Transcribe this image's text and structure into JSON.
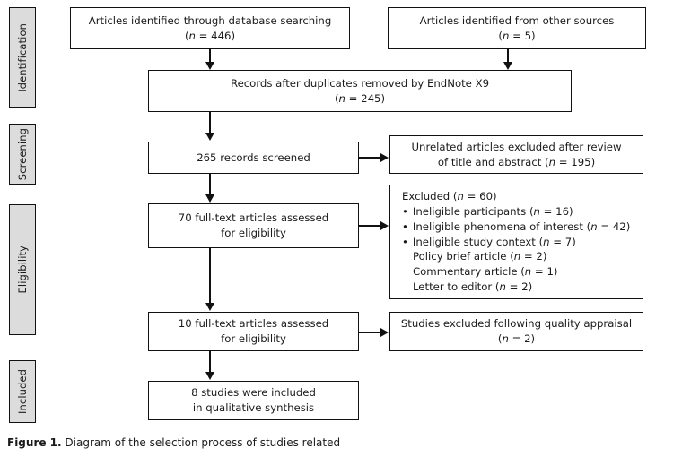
{
  "figure": {
    "number_label": "Figure 1.",
    "caption": " Diagram of the selection process of studies related"
  },
  "colors": {
    "stage_fill": "#dcdcdc",
    "border": "#111111",
    "box_fill": "#ffffff",
    "text": "#1a1a1a"
  },
  "stages": [
    {
      "id": "identification",
      "label": "Identification"
    },
    {
      "id": "screening",
      "label": "Screening"
    },
    {
      "id": "eligibility",
      "label": "Eligibility"
    },
    {
      "id": "included",
      "label": "Included"
    }
  ],
  "boxes": {
    "database_search": {
      "line1": "Articles identified through database searching",
      "n_prefix": "(",
      "n_italic": "n",
      "n_suffix": " = 446)"
    },
    "other_sources": {
      "line1": "Articles identified from other sources",
      "n_prefix": "(",
      "n_italic": "n",
      "n_suffix": " = 5)"
    },
    "duplicates_removed": {
      "line1": "Records after duplicates removed by EndNote X9",
      "n_prefix": "(",
      "n_italic": "n",
      "n_suffix": " = 245)"
    },
    "records_screened": {
      "line1": "265 records screened"
    },
    "unrelated_excluded": {
      "line1": "Unrelated articles excluded after review",
      "line2_pre": "of title and abstract (",
      "line2_italic": "n",
      "line2_post": " = 195)"
    },
    "fulltext_70": {
      "line1": "70 full-text articles assessed",
      "line2": "for eligibility"
    },
    "excluded_detail": {
      "heading_pre": "Excluded (",
      "heading_italic": "n",
      "heading_post": " = 60)",
      "items": [
        {
          "bullet": true,
          "pre": "Ineligible participants (",
          "italic": "n",
          "post": " = 16)"
        },
        {
          "bullet": true,
          "pre": "Ineligible phenomena of interest (",
          "italic": "n",
          "post": " = 42)"
        },
        {
          "bullet": true,
          "pre": "Ineligible study context (",
          "italic": "n",
          "post": " = 7)"
        },
        {
          "bullet": false,
          "pre": "Policy brief article (",
          "italic": "n",
          "post": " = 2)"
        },
        {
          "bullet": false,
          "pre": "Commentary article (",
          "italic": "n",
          "post": " = 1)"
        },
        {
          "bullet": false,
          "pre": "Letter to editor (",
          "italic": "n",
          "post": " = 2)"
        }
      ]
    },
    "fulltext_10": {
      "line1": "10 full-text articles assessed",
      "line2": "for eligibility"
    },
    "quality_excluded": {
      "line1": "Studies excluded following quality appraisal",
      "n_prefix": "(",
      "n_italic": "n",
      "n_suffix": " = 2)"
    },
    "included_studies": {
      "line1": "8 studies were included",
      "line2": "in qualitative synthesis"
    }
  }
}
